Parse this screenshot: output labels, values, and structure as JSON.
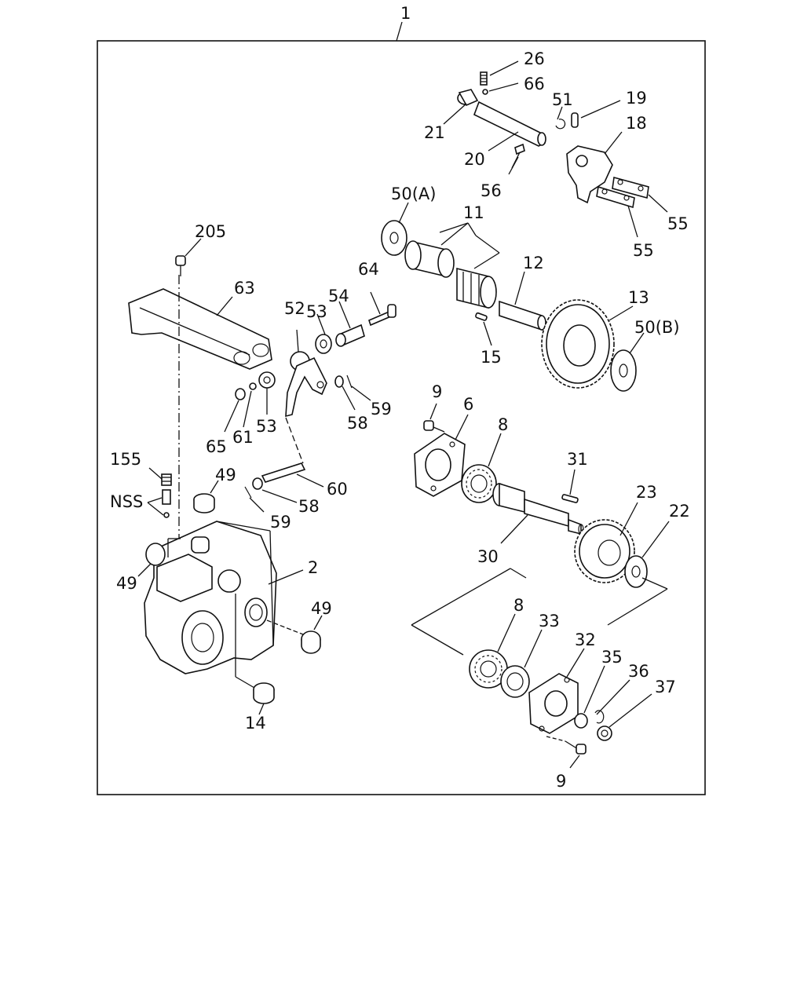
{
  "labels": {
    "l1": "1",
    "l26": "26",
    "l66": "66",
    "l51": "51",
    "l19": "19",
    "l18": "18",
    "l21": "21",
    "l20": "20",
    "l56": "56",
    "l50a": "50(A)",
    "l11": "11",
    "l55a": "55",
    "l55b": "55",
    "l205": "205",
    "l63": "63",
    "l64": "64",
    "l54": "54",
    "l53a": "53",
    "l52": "52",
    "l12": "12",
    "l13": "13",
    "l50b": "50(B)",
    "l15": "15",
    "l59a": "59",
    "l58a": "58",
    "l53b": "53",
    "l61": "61",
    "l65": "65",
    "l9a": "9",
    "l6": "6",
    "l8a": "8",
    "l31": "31",
    "l155": "155",
    "l49a": "49",
    "l60": "60",
    "lnss": "NSS",
    "l58b": "58",
    "l59b": "59",
    "l23": "23",
    "l22": "22",
    "l2": "2",
    "l30": "30",
    "l49b": "49",
    "l49c": "49",
    "l8b": "8",
    "l33": "33",
    "l32": "32",
    "l35": "35",
    "l36": "36",
    "l37": "37",
    "l14": "14",
    "l9b": "9"
  }
}
